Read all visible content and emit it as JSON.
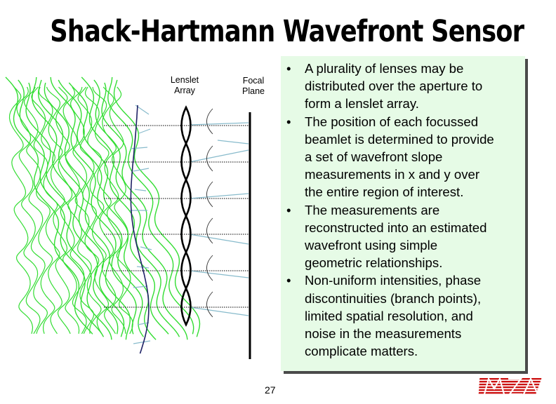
{
  "slide": {
    "title": "Shack-Hartmann Wavefront Sensor",
    "page_number": "27"
  },
  "diagram": {
    "lenslet_label_line1": "Lenslet",
    "lenslet_label_line2": "Array",
    "focal_label_line1": "Focal",
    "focal_label_line2": "Plane",
    "wave_color": "#33dd33",
    "wavefront_color": "#1f2266",
    "ray_color": "#88bbcc",
    "lens_count": 6
  },
  "textbox": {
    "background": "#e6fbe6",
    "bullet_symbol": "•",
    "bullets": [
      {
        "lines": [
          "A plurality of lenses may be",
          "distributed over the aperture to",
          "form a lenslet array."
        ]
      },
      {
        "lines": [
          "The position of each focussed",
          "beamlet is determined to provide",
          "a set of wavefront slope",
          "measurements in x and y over",
          "the entire region of interest."
        ]
      },
      {
        "lines": [
          "The measurements are",
          "reconstructed into an estimated",
          "wavefront using simple",
          "geometric relationships."
        ]
      },
      {
        "lines": [
          "Non-uniform intensities, phase",
          "discontinuities (branch points),",
          "limited spatial resolution, and",
          "noise in the measurements",
          "complicate matters."
        ]
      }
    ]
  },
  "logo": {
    "text": "MZA",
    "color": "#cc1111"
  }
}
